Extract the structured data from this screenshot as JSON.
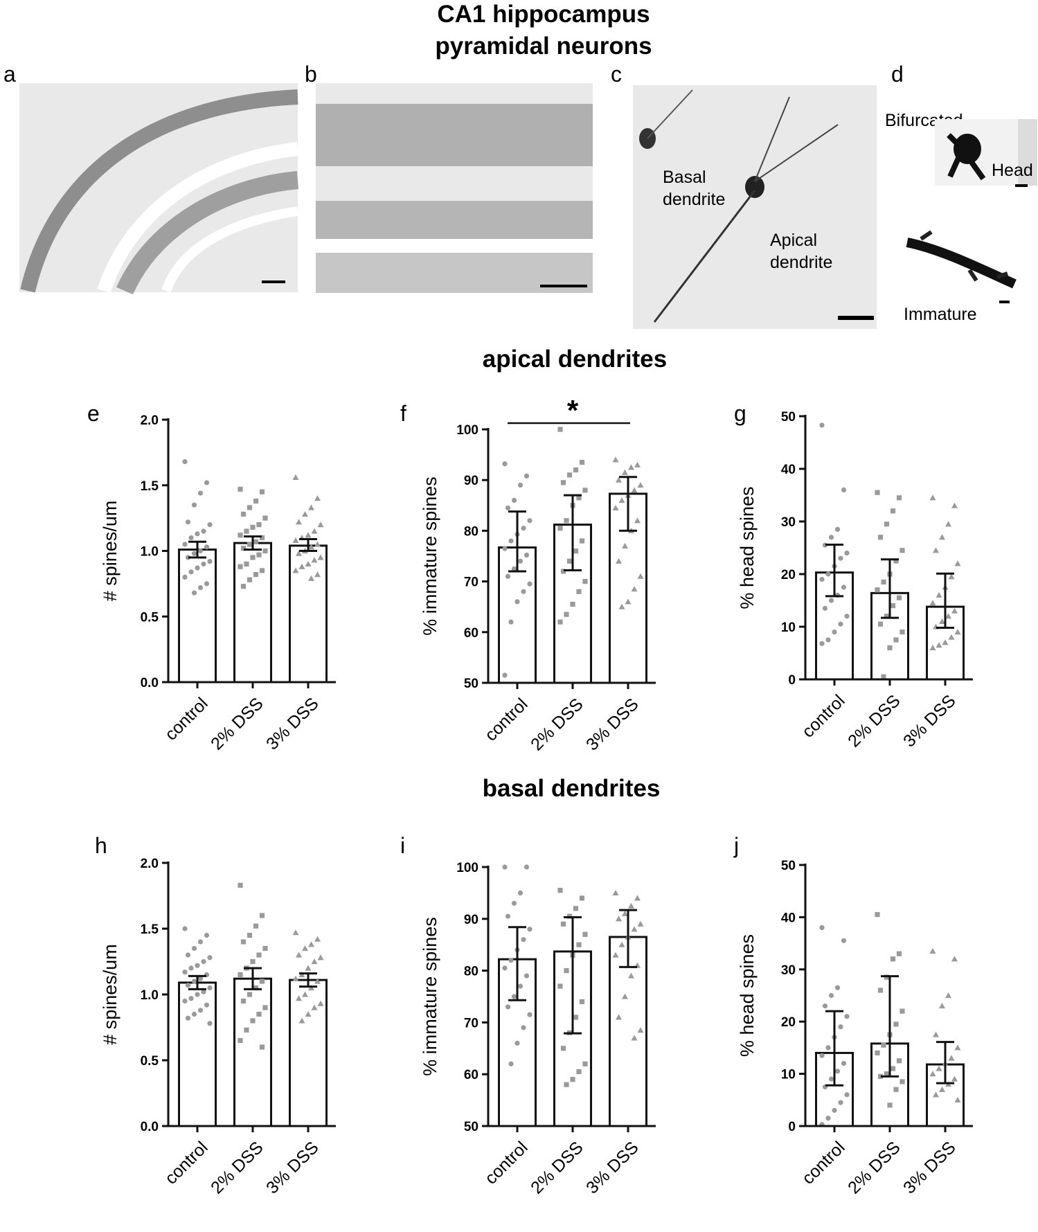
{
  "figure": {
    "title_line1": "CA1 hippocampus",
    "title_line2": "pyramidal neurons",
    "section_apical": "apical dendrites",
    "section_basal": "basal dendrites"
  },
  "micrographs": [
    {
      "letter": "a"
    },
    {
      "letter": "b"
    },
    {
      "letter": "c",
      "labels": [
        "Basal",
        "dendrite",
        "Apical",
        "dendrite"
      ]
    },
    {
      "letter": "d",
      "labels": [
        "Bifurcated",
        "Head",
        "Immature"
      ]
    }
  ],
  "colors": {
    "bar_fill": "#ffffff",
    "bar_stroke": "#111111",
    "points": "#9a9a9a",
    "text": "#111111"
  },
  "chart_data": [
    {
      "panel": "e",
      "type": "bar",
      "group": "apical dendrites",
      "categories": [
        "control",
        "2% DSS",
        "3% DSS"
      ],
      "ylabel": "# spines/um",
      "ylim": [
        0,
        2.0
      ],
      "yticks": [
        0.0,
        0.5,
        1.0,
        1.5,
        2.0
      ],
      "ytick_labels": [
        "0.0",
        "0.5",
        "1.0",
        "1.5",
        "2.0"
      ],
      "values": [
        1.01,
        1.06,
        1.04
      ],
      "err_low": [
        0.95,
        1.01,
        1.0
      ],
      "err_high": [
        1.07,
        1.11,
        1.09
      ],
      "markers": [
        "circle",
        "square",
        "triangle"
      ],
      "points": [
        [
          1.68,
          1.52,
          1.44,
          1.35,
          1.22,
          1.2,
          1.15,
          1.13,
          1.1,
          1.05,
          1.03,
          1.0,
          0.98,
          0.95,
          0.92,
          0.9,
          0.87,
          0.84,
          0.8,
          0.75,
          0.72,
          0.68
        ],
        [
          1.47,
          1.45,
          1.38,
          1.33,
          1.28,
          1.25,
          1.2,
          1.18,
          1.15,
          1.12,
          1.1,
          1.07,
          1.05,
          1.02,
          1.0,
          0.97,
          0.95,
          0.9,
          0.88,
          0.85,
          0.82,
          0.78,
          0.73
        ],
        [
          1.56,
          1.4,
          1.33,
          1.28,
          1.22,
          1.2,
          1.15,
          1.12,
          1.1,
          1.08,
          1.05,
          1.03,
          1.0,
          0.98,
          0.95,
          0.93,
          0.9,
          0.88,
          0.85,
          0.82,
          0.79
        ]
      ]
    },
    {
      "panel": "f",
      "type": "bar",
      "group": "apical dendrites",
      "categories": [
        "control",
        "2% DSS",
        "3% DSS"
      ],
      "ylabel": "% immature spines",
      "ylim": [
        50,
        100
      ],
      "yticks": [
        50,
        60,
        70,
        80,
        90,
        100
      ],
      "ytick_labels": [
        "50",
        "60",
        "70",
        "80",
        "90",
        "100"
      ],
      "values": [
        76.7,
        81.2,
        87.3
      ],
      "err_low": [
        72.0,
        72.2,
        80.0
      ],
      "err_high": [
        83.8,
        87.0,
        90.6
      ],
      "markers": [
        "circle",
        "square",
        "triangle"
      ],
      "significance": "*",
      "points": [
        [
          93.2,
          90.8,
          89.0,
          86.0,
          84.5,
          82.0,
          80.5,
          79.3,
          78.0,
          76.5,
          75.2,
          74.0,
          72.5,
          71.0,
          69.5,
          68.0,
          66.0,
          62.0,
          51.5
        ],
        [
          100.0,
          93.5,
          92.0,
          91.0,
          89.5,
          88.0,
          86.5,
          85.0,
          82.0,
          80.5,
          78.0,
          76.0,
          74.0,
          72.0,
          70.0,
          68.0,
          65.5,
          63.5,
          62.0
        ],
        [
          94.0,
          93.0,
          92.5,
          91.5,
          90.0,
          89.0,
          88.0,
          87.0,
          86.0,
          84.5,
          82.0,
          80.0,
          77.0,
          74.0,
          71.0,
          68.5,
          66.0,
          65.0
        ]
      ]
    },
    {
      "panel": "g",
      "type": "bar",
      "group": "apical dendrites",
      "categories": [
        "control",
        "2% DSS",
        "3% DSS"
      ],
      "ylabel": "% head spines",
      "ylim": [
        0,
        50
      ],
      "yticks": [
        0,
        10,
        20,
        30,
        40,
        50
      ],
      "ytick_labels": [
        "0",
        "10",
        "20",
        "30",
        "40",
        "50"
      ],
      "values": [
        20.3,
        16.4,
        13.8
      ],
      "err_low": [
        15.8,
        11.7,
        9.8
      ],
      "err_high": [
        25.6,
        22.8,
        20.1
      ],
      "markers": [
        "circle",
        "square",
        "triangle"
      ],
      "points": [
        [
          48.3,
          36.0,
          28.5,
          27.0,
          25.5,
          24.0,
          23.0,
          21.5,
          20.0,
          19.0,
          17.5,
          16.0,
          15.0,
          13.5,
          12.0,
          10.5,
          9.0,
          7.5,
          6.8
        ],
        [
          35.5,
          34.5,
          32.0,
          29.5,
          27.0,
          24.5,
          22.5,
          20.0,
          18.5,
          17.0,
          15.5,
          14.0,
          12.0,
          10.5,
          9.0,
          7.5,
          6.0,
          0.5
        ],
        [
          34.5,
          33.0,
          29.5,
          27.0,
          24.5,
          22.0,
          19.5,
          17.5,
          16.0,
          14.5,
          13.0,
          12.0,
          11.0,
          10.0,
          9.0,
          8.0,
          7.0,
          6.5,
          6.0
        ]
      ]
    },
    {
      "panel": "h",
      "type": "bar",
      "group": "basal dendrites",
      "categories": [
        "control",
        "2% DSS",
        "3% DSS"
      ],
      "ylabel": "# spines/um",
      "ylim": [
        0,
        2.0
      ],
      "yticks": [
        0.0,
        0.5,
        1.0,
        1.5,
        2.0
      ],
      "ytick_labels": [
        "0.0",
        "0.5",
        "1.0",
        "1.5",
        "2.0"
      ],
      "values": [
        1.09,
        1.12,
        1.11
      ],
      "err_low": [
        1.04,
        1.04,
        1.06
      ],
      "err_high": [
        1.14,
        1.2,
        1.16
      ],
      "markers": [
        "circle",
        "square",
        "triangle"
      ],
      "points": [
        [
          1.5,
          1.45,
          1.4,
          1.35,
          1.3,
          1.28,
          1.25,
          1.22,
          1.2,
          1.17,
          1.15,
          1.12,
          1.1,
          1.07,
          1.05,
          1.02,
          1.0,
          0.97,
          0.95,
          0.92,
          0.88,
          0.85,
          0.82,
          0.78
        ],
        [
          1.83,
          1.6,
          1.52,
          1.45,
          1.4,
          1.35,
          1.3,
          1.25,
          1.2,
          1.15,
          1.1,
          1.05,
          1.0,
          0.95,
          0.9,
          0.85,
          0.8,
          0.73,
          0.65,
          0.6
        ],
        [
          1.47,
          1.42,
          1.38,
          1.35,
          1.3,
          1.28,
          1.25,
          1.2,
          1.15,
          1.12,
          1.1,
          1.05,
          1.0,
          0.97,
          0.93,
          0.9,
          0.85,
          0.8
        ]
      ]
    },
    {
      "panel": "i",
      "type": "bar",
      "group": "basal dendrites",
      "categories": [
        "control",
        "2% DSS",
        "3% DSS"
      ],
      "ylabel": "% immature spines",
      "ylim": [
        50,
        100
      ],
      "yticks": [
        50,
        60,
        70,
        80,
        90,
        100
      ],
      "ytick_labels": [
        "50",
        "60",
        "70",
        "80",
        "90",
        "100"
      ],
      "values": [
        82.2,
        83.7,
        86.5
      ],
      "err_low": [
        74.3,
        67.9,
        80.7
      ],
      "err_high": [
        88.4,
        90.3,
        91.7
      ],
      "markers": [
        "circle",
        "square",
        "triangle"
      ],
      "points": [
        [
          100.0,
          100.0,
          95.0,
          93.0,
          90.5,
          88.0,
          86.0,
          84.0,
          82.0,
          80.5,
          79.0,
          77.0,
          75.0,
          73.0,
          71.5,
          69.0,
          66.0,
          62.0
        ],
        [
          95.5,
          94.0,
          92.0,
          90.5,
          89.0,
          87.0,
          85.0,
          83.0,
          80.0,
          77.0,
          74.0,
          71.0,
          68.0,
          65.0,
          62.0,
          60.5,
          59.0,
          58.0
        ],
        [
          95.0,
          94.0,
          92.5,
          91.0,
          90.0,
          89.0,
          88.0,
          86.5,
          85.0,
          83.0,
          81.0,
          79.0,
          75.0,
          71.0,
          68.5,
          67.0
        ]
      ]
    },
    {
      "panel": "j",
      "type": "bar",
      "group": "basal dendrites",
      "categories": [
        "control",
        "2% DSS",
        "3% DSS"
      ],
      "ylabel": "% head spines",
      "ylim": [
        0,
        50
      ],
      "yticks": [
        0,
        10,
        20,
        30,
        40,
        50
      ],
      "ytick_labels": [
        "0",
        "10",
        "20",
        "30",
        "40",
        "50"
      ],
      "values": [
        14.0,
        15.8,
        11.8
      ],
      "err_low": [
        7.8,
        9.5,
        8.2
      ],
      "err_high": [
        22.0,
        28.7,
        16.1
      ],
      "markers": [
        "circle",
        "square",
        "triangle"
      ],
      "points": [
        [
          38.0,
          35.5,
          26.5,
          25.0,
          23.0,
          21.0,
          19.0,
          17.0,
          15.0,
          13.5,
          12.0,
          10.5,
          9.0,
          7.5,
          6.0,
          4.5,
          3.0,
          1.5,
          0.3
        ],
        [
          40.5,
          33.0,
          32.0,
          28.5,
          26.0,
          22.0,
          19.5,
          17.5,
          15.5,
          14.0,
          12.5,
          11.0,
          10.0,
          9.5,
          8.5,
          7.0,
          4.0
        ],
        [
          33.5,
          32.0,
          25.0,
          23.0,
          17.5,
          15.0,
          13.0,
          12.0,
          11.0,
          10.0,
          9.0,
          8.0,
          7.0,
          6.0,
          5.0
        ]
      ]
    }
  ]
}
